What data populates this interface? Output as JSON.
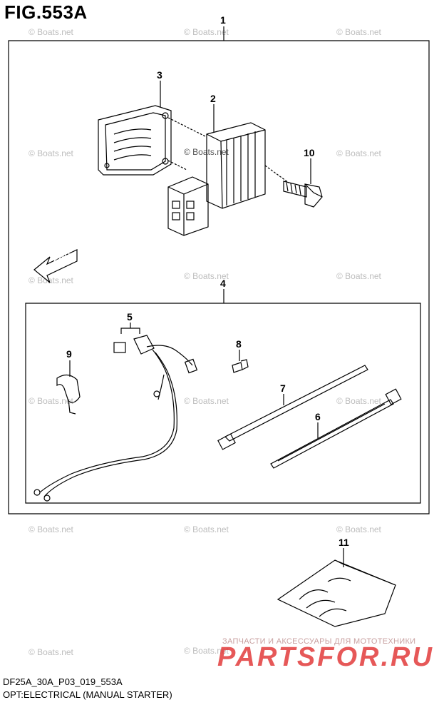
{
  "figure": {
    "title": "FIG.553A",
    "code": "DF25A_30A_P03_019_553A",
    "description": "OPT:ELECTRICAL (MANUAL STARTER)"
  },
  "direction_label": "FWD",
  "callouts": [
    "1",
    "2",
    "3",
    "4",
    "5",
    "6",
    "7",
    "8",
    "9",
    "10",
    "11"
  ],
  "watermark": "© Boats.net",
  "ad": {
    "subtitle": "ЗАПЧАСТИ И АКСЕССУАРЫ ДЛЯ МОТОТЕХНИКИ",
    "logo": "PARTSFOR.RU"
  }
}
